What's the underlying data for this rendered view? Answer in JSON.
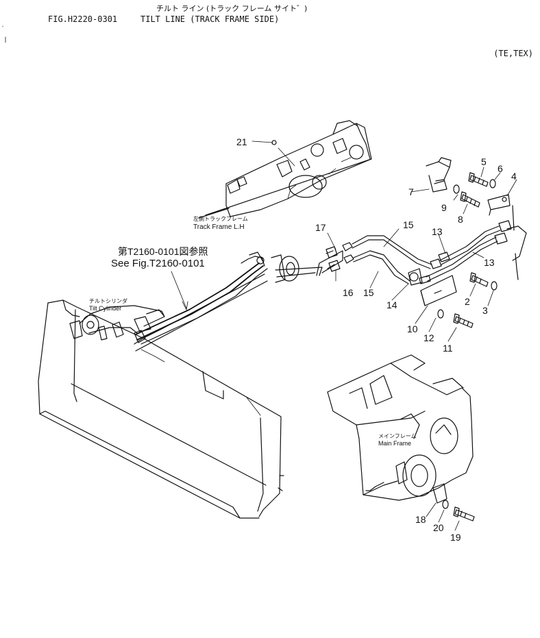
{
  "header": {
    "jp_title": "チルト ライン (トラック フレーム サイト゛)",
    "fig_no": "FIG.H2220-0301",
    "title": "TILT LINE (TRACK FRAME SIDE)",
    "model": "(TE,TEX)"
  },
  "labels": {
    "track_frame_jp": "左側トラックフレーム",
    "track_frame_en": "Track Frame L.H",
    "see_fig_jp": "第T2160-0101図参照",
    "see_fig_en": "See Fig.T2160-0101",
    "tilt_cyl_jp": "チルトシリンダ",
    "tilt_cyl_en": "Tilt Cylinder",
    "main_frame_jp": "メインフレーム",
    "main_frame_en": "Main Frame"
  },
  "parts": [
    "2",
    "3",
    "4",
    "5",
    "6",
    "7",
    "8",
    "9",
    "10",
    "11",
    "12",
    "13",
    "13",
    "14",
    "15",
    "15",
    "16",
    "17",
    "18",
    "19",
    "20",
    "21"
  ]
}
